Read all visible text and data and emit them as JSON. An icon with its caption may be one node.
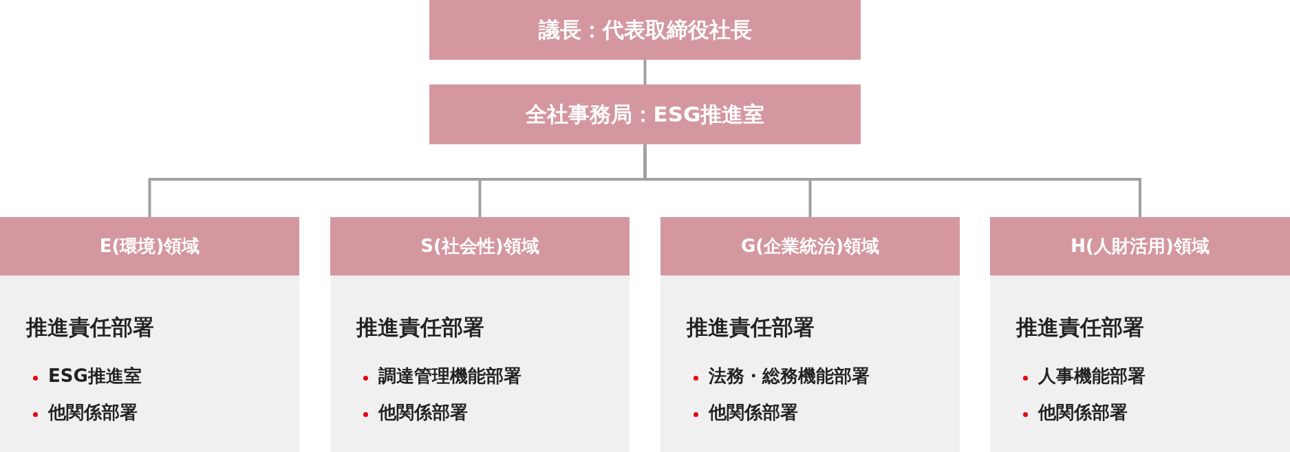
{
  "diagram": {
    "nodes": [
      {
        "text": [
          "議長：代表取締役社長"
        ]
      },
      {
        "text": [
          "全社事務局：ESG推進室"
        ]
      },
      {
        "text": [
          "E(環境)領域",
          "推進責任部署",
          "ESG推進室",
          "他関係部署"
        ]
      },
      {
        "text": [
          "S(社会性)領域",
          "推進責任部署",
          "調達管理機能部署",
          "他関係部署"
        ]
      },
      {
        "text": [
          "G(企業統治)領域",
          "推進責任部署",
          "法務・総務機能部署",
          "他関係部署"
        ]
      },
      {
        "text": [
          "H(人財活用)領域",
          "推進責任部署",
          "人事機能部署",
          "他関係部署"
        ]
      }
    ],
    "edges": [
      {
        "from": 0,
        "to": 1,
        "arrow": "none"
      },
      {
        "from": 1,
        "to": 2,
        "arrow": "none"
      },
      {
        "from": 1,
        "to": 3,
        "arrow": "none"
      },
      {
        "from": 1,
        "to": 4,
        "arrow": "none"
      },
      {
        "from": 1,
        "to": 5,
        "arrow": "none"
      }
    ]
  }
}
